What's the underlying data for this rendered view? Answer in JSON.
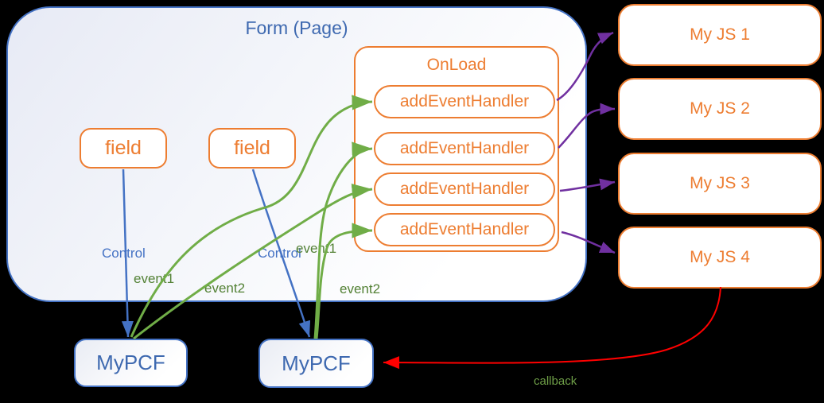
{
  "form": {
    "title": "Form (Page)"
  },
  "fields": [
    {
      "label": "field"
    },
    {
      "label": "field"
    }
  ],
  "onload": {
    "title": "OnLoad",
    "handlers": [
      "addEventHandler",
      "addEventHandler",
      "addEventHandler",
      "addEventHandler"
    ]
  },
  "my_js": [
    {
      "label": "My JS 1"
    },
    {
      "label": "My JS 2"
    },
    {
      "label": "My JS 3"
    },
    {
      "label": "My JS 4"
    }
  ],
  "mypcf": [
    {
      "label": "MyPCF"
    },
    {
      "label": "MyPCF"
    }
  ],
  "edge_labels": {
    "control_1": "Control",
    "event1_1": "event1",
    "event2_1": "event2",
    "control_2": "Control",
    "event1_2": "event1",
    "event2_2": "event2",
    "callback": "callback"
  },
  "colors": {
    "orange": "#ED7D31",
    "blue": "#4472C4",
    "green": "#70AD47",
    "purple": "#7030A0",
    "red": "#FF0000",
    "title_blue": "#3E69B0",
    "label_green": "#538135"
  }
}
